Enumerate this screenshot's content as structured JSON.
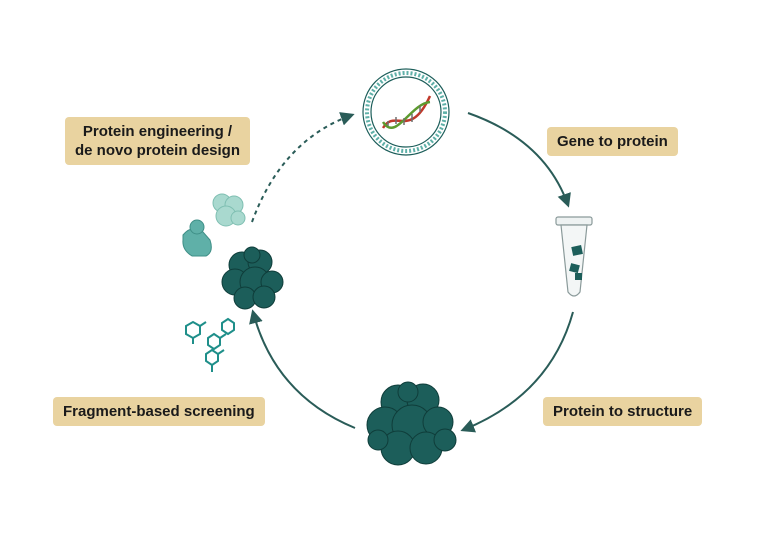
{
  "labels": {
    "engineering": [
      "Protein engineering /",
      "de novo protein design"
    ],
    "gene_to_protein": "Gene to protein",
    "protein_to_structure": "Protein to structure",
    "fragment_screening": "Fragment-based screening"
  },
  "icons": {
    "plasmid": "plasmid-dna-icon",
    "tube": "microtube-with-protein-crystals-icon",
    "protein_structure": "protein-structure-icon",
    "protein_small": "protein-icon",
    "engineered_variants": "engineered-protein-variants-icon",
    "fragments": "chemical-fragments-icon"
  },
  "colors": {
    "teal": "#1c5e5a",
    "teal_light": "#8ccfc2",
    "teal_mid": "#5fb0a8",
    "label_bg": "#e9d3a0",
    "dna_red": "#c0392b",
    "dna_green": "#5d9b2f"
  }
}
